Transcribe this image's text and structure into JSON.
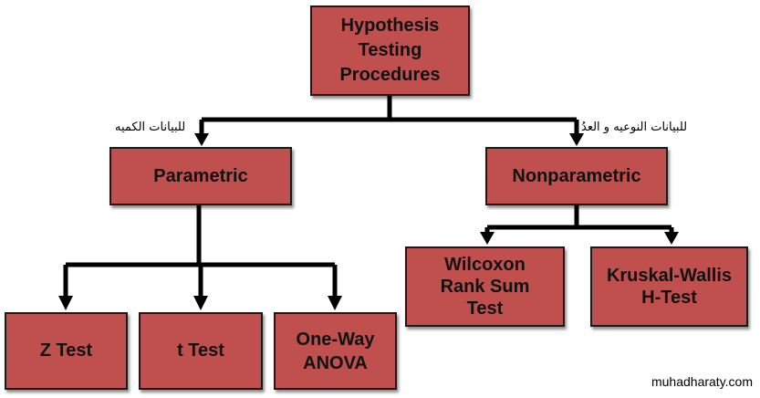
{
  "colors": {
    "box_fill": "#c0504d",
    "border": "#1a1a1a",
    "connector": "#000000"
  },
  "nodes": {
    "root": "Hypothesis\nTesting\nProcedures",
    "parametric": "Parametric",
    "nonparametric": "Nonparametric",
    "z_test": "Z Test",
    "t_test": "t Test",
    "anova": "One-Way\nANOVA",
    "wilcoxon": "Wilcoxon\nRank Sum\nTest",
    "kruskal": "Kruskal-Wallis\nH-Test"
  },
  "labels": {
    "left_branch": "للبيانات الكميه",
    "right_branch": "للبيانات النوعيه و العدُ"
  },
  "watermark": "muhadharaty.com"
}
